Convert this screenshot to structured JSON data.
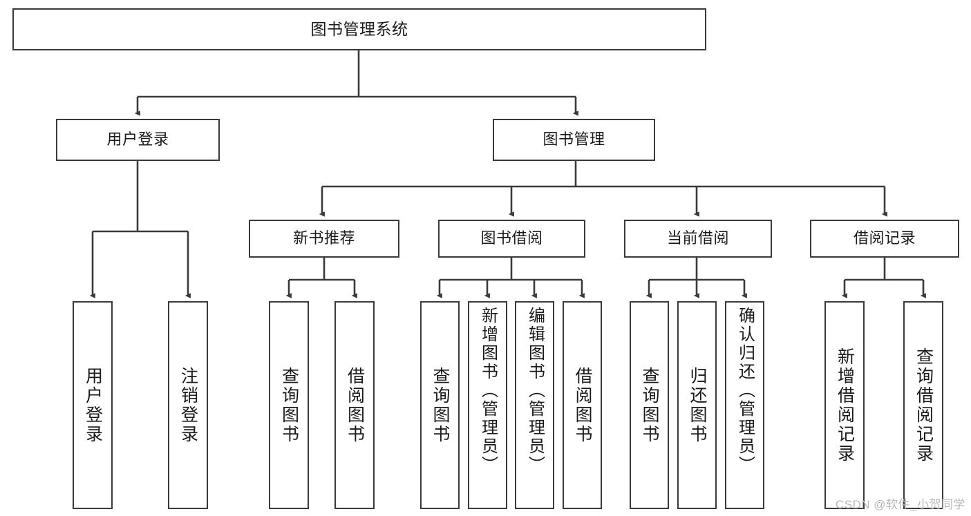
{
  "diagram": {
    "type": "hierarchy-tree",
    "title": "图书管理系统",
    "watermark": "CSDN @软件_小贺同学",
    "colors": {
      "background": "#ffffff",
      "node_border": "#3a3a3a",
      "node_fill": "#ffffff",
      "edge": "#3a3a3a",
      "text": "#1a1a1a",
      "watermark": "#b9b9b9"
    },
    "levels": {
      "level1": "系统",
      "level2": "模块",
      "level3": "子模块",
      "level4": "功能"
    },
    "root": {
      "label": "图书管理系统",
      "children": [
        {
          "label": "用户登录",
          "children": [
            {
              "label": "用户登录"
            },
            {
              "label": "注销登录"
            }
          ]
        },
        {
          "label": "图书管理",
          "children": [
            {
              "label": "新书推荐",
              "children": [
                {
                  "label": "查询图书"
                },
                {
                  "label": "借阅图书"
                }
              ]
            },
            {
              "label": "图书借阅",
              "children": [
                {
                  "label": "查询图书"
                },
                {
                  "label": "新增图书（管理员）"
                },
                {
                  "label": "编辑图书（管理员）"
                },
                {
                  "label": "借阅图书"
                }
              ]
            },
            {
              "label": "当前借阅",
              "children": [
                {
                  "label": "查询图书"
                },
                {
                  "label": "归还图书"
                },
                {
                  "label": "确认归还（管理员）"
                }
              ]
            },
            {
              "label": "借阅记录",
              "children": [
                {
                  "label": "新增借阅记录"
                },
                {
                  "label": "查询借阅记录"
                }
              ]
            }
          ]
        }
      ]
    },
    "nodes": {
      "root": "图书管理系统",
      "user_login": "用户登录",
      "book_manage": "图书管理",
      "new_book_rec": "新书推荐",
      "book_borrow": "图书借阅",
      "current_borrow": "当前借阅",
      "borrow_record": "借阅记录",
      "leaf_user_login": "用户登录",
      "leaf_logout": "注销登录",
      "leaf_rec_query": "查询图书",
      "leaf_rec_borrow": "借阅图书",
      "leaf_bb_query": "查询图书",
      "leaf_bb_add": "新增图书（管理员）",
      "leaf_bb_edit": "编辑图书（管理员）",
      "leaf_bb_borrow": "借阅图书",
      "leaf_cb_query": "查询图书",
      "leaf_cb_return": "归还图书",
      "leaf_cb_confirm": "确认归还（管理员）",
      "leaf_br_add": "新增借阅记录",
      "leaf_br_query": "查询借阅记录"
    }
  }
}
